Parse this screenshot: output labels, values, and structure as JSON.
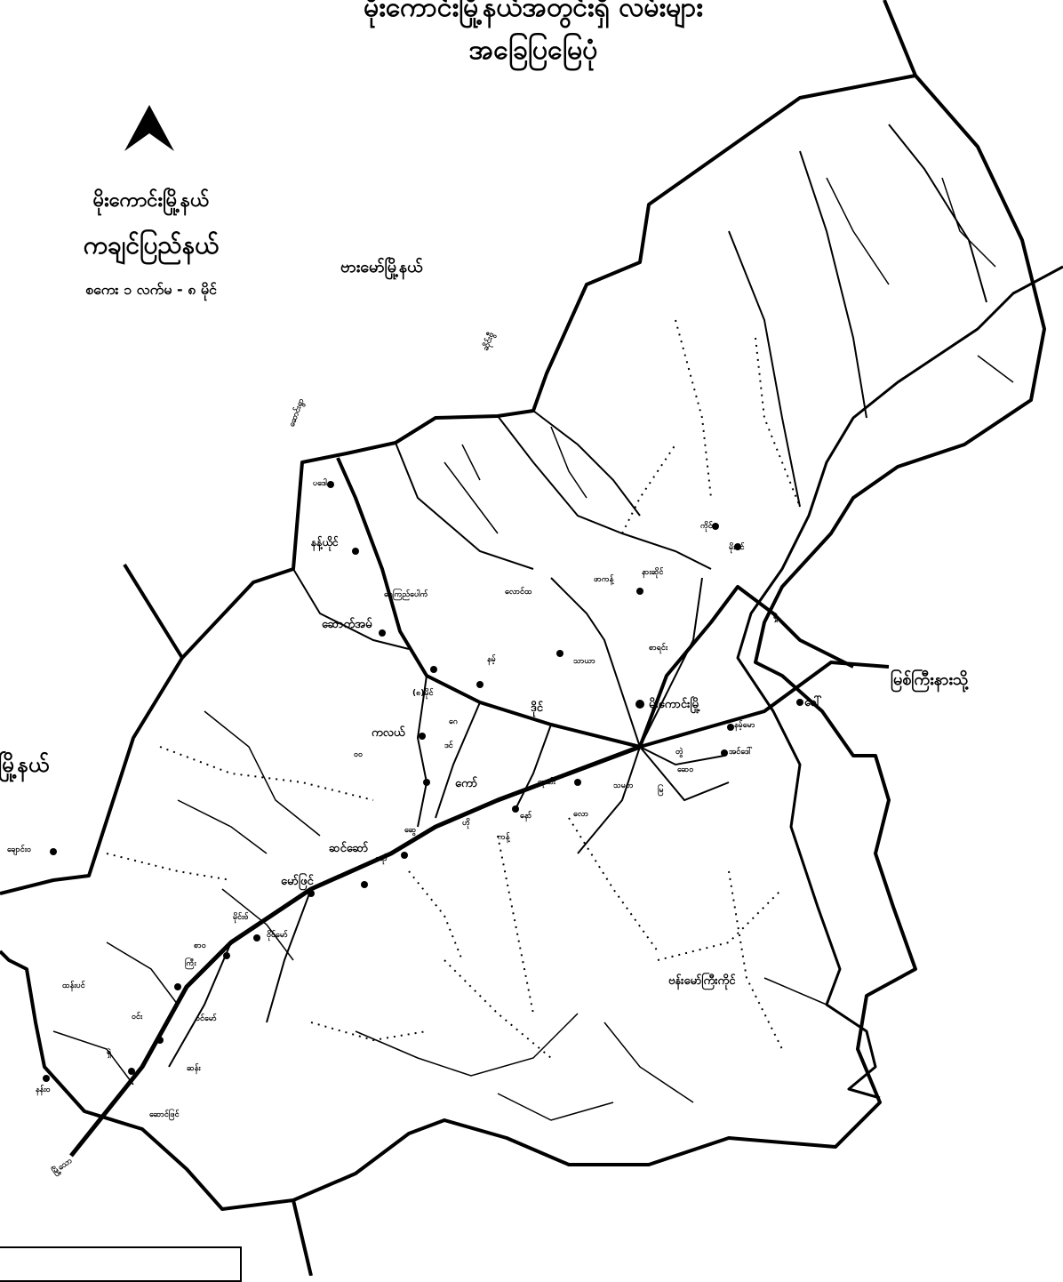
{
  "title": {
    "line1": "မိုးကောင်းမြို့နယ်အတွင်းရှိ လမ်းများ",
    "line2": "အခြေပြမြေပုံ"
  },
  "north_arrow": {
    "icon": "north-arrow-icon"
  },
  "map_info": {
    "township": "မိုးကောင်းမြို့နယ်",
    "state": "ကချင်ပြည်နယ်",
    "scale": "စကေး ၁ လက်မ - ၈ မိုင်"
  },
  "neighbors": {
    "north": "ဗားမော်မြို့နယ်",
    "west": "မြို့နယ်",
    "east_road": "မြစ်ကြီးနားသို့",
    "south_east": "ဗန်းမော်ကြီးကိုင်"
  },
  "road_labels": {
    "north1": "ဆိုင်းဗွီ",
    "north2": "ဆောင်းရွာ",
    "south": "မြို့သော"
  },
  "towns": [
    {
      "name": "ပဒေါ"
    },
    {
      "name": "နန့်ယိုင်"
    },
    {
      "name": "ဆောက်အမ်"
    },
    {
      "name": "ရေကြည်ပေါက်"
    },
    {
      "name": "ကလယ်"
    },
    {
      "name": "(၈)မိုင်"
    },
    {
      "name": "မိုးကောင်းမြို့"
    },
    {
      "name": "နမ့်မော"
    },
    {
      "name": "အင်ဒေါ်"
    },
    {
      "name": "ဒိုင်"
    },
    {
      "name": "ထုဏ်း"
    },
    {
      "name": "ကော်"
    },
    {
      "name": "ဆင်ဆော်"
    },
    {
      "name": "မော်ဖြင်"
    },
    {
      "name": "ရော်"
    },
    {
      "name": "မိုင်းဗ်"
    },
    {
      "name": "စာဝ"
    },
    {
      "name": "ဝိုင်မော်"
    },
    {
      "name": "ချောင်းဝ"
    },
    {
      "name": "ထန်းပင်"
    },
    {
      "name": "ဝင်း"
    },
    {
      "name": "ရှဲ"
    },
    {
      "name": "ဆောင်ဖြင်"
    },
    {
      "name": "နန်းဝ"
    },
    {
      "name": "ကြီး"
    },
    {
      "name": "ဝင်မော်"
    },
    {
      "name": "ဆန်း"
    },
    {
      "name": "ခေါ်"
    },
    {
      "name": "ရှဲ့"
    },
    {
      "name": "မိုးဝင်"
    },
    {
      "name": "ကိုင်း"
    },
    {
      "name": "နားဆိုင်"
    },
    {
      "name": "ဖာကန့်"
    },
    {
      "name": "လောင်ထ"
    },
    {
      "name": "နမ့်"
    },
    {
      "name": "သာယာ"
    },
    {
      "name": "စာရင်း"
    },
    {
      "name": "တွဲ"
    },
    {
      "name": "ဆေဝ"
    },
    {
      "name": "သမတ"
    },
    {
      "name": "မြ"
    },
    {
      "name": "လော"
    },
    {
      "name": "နော်"
    },
    {
      "name": "ဟို"
    },
    {
      "name": "ကန့်"
    },
    {
      "name": "ဆွေ"
    },
    {
      "name": "ဝဝ"
    },
    {
      "name": "ဂေ"
    },
    {
      "name": "ဒင်"
    }
  ],
  "legend": {
    "text": ""
  }
}
